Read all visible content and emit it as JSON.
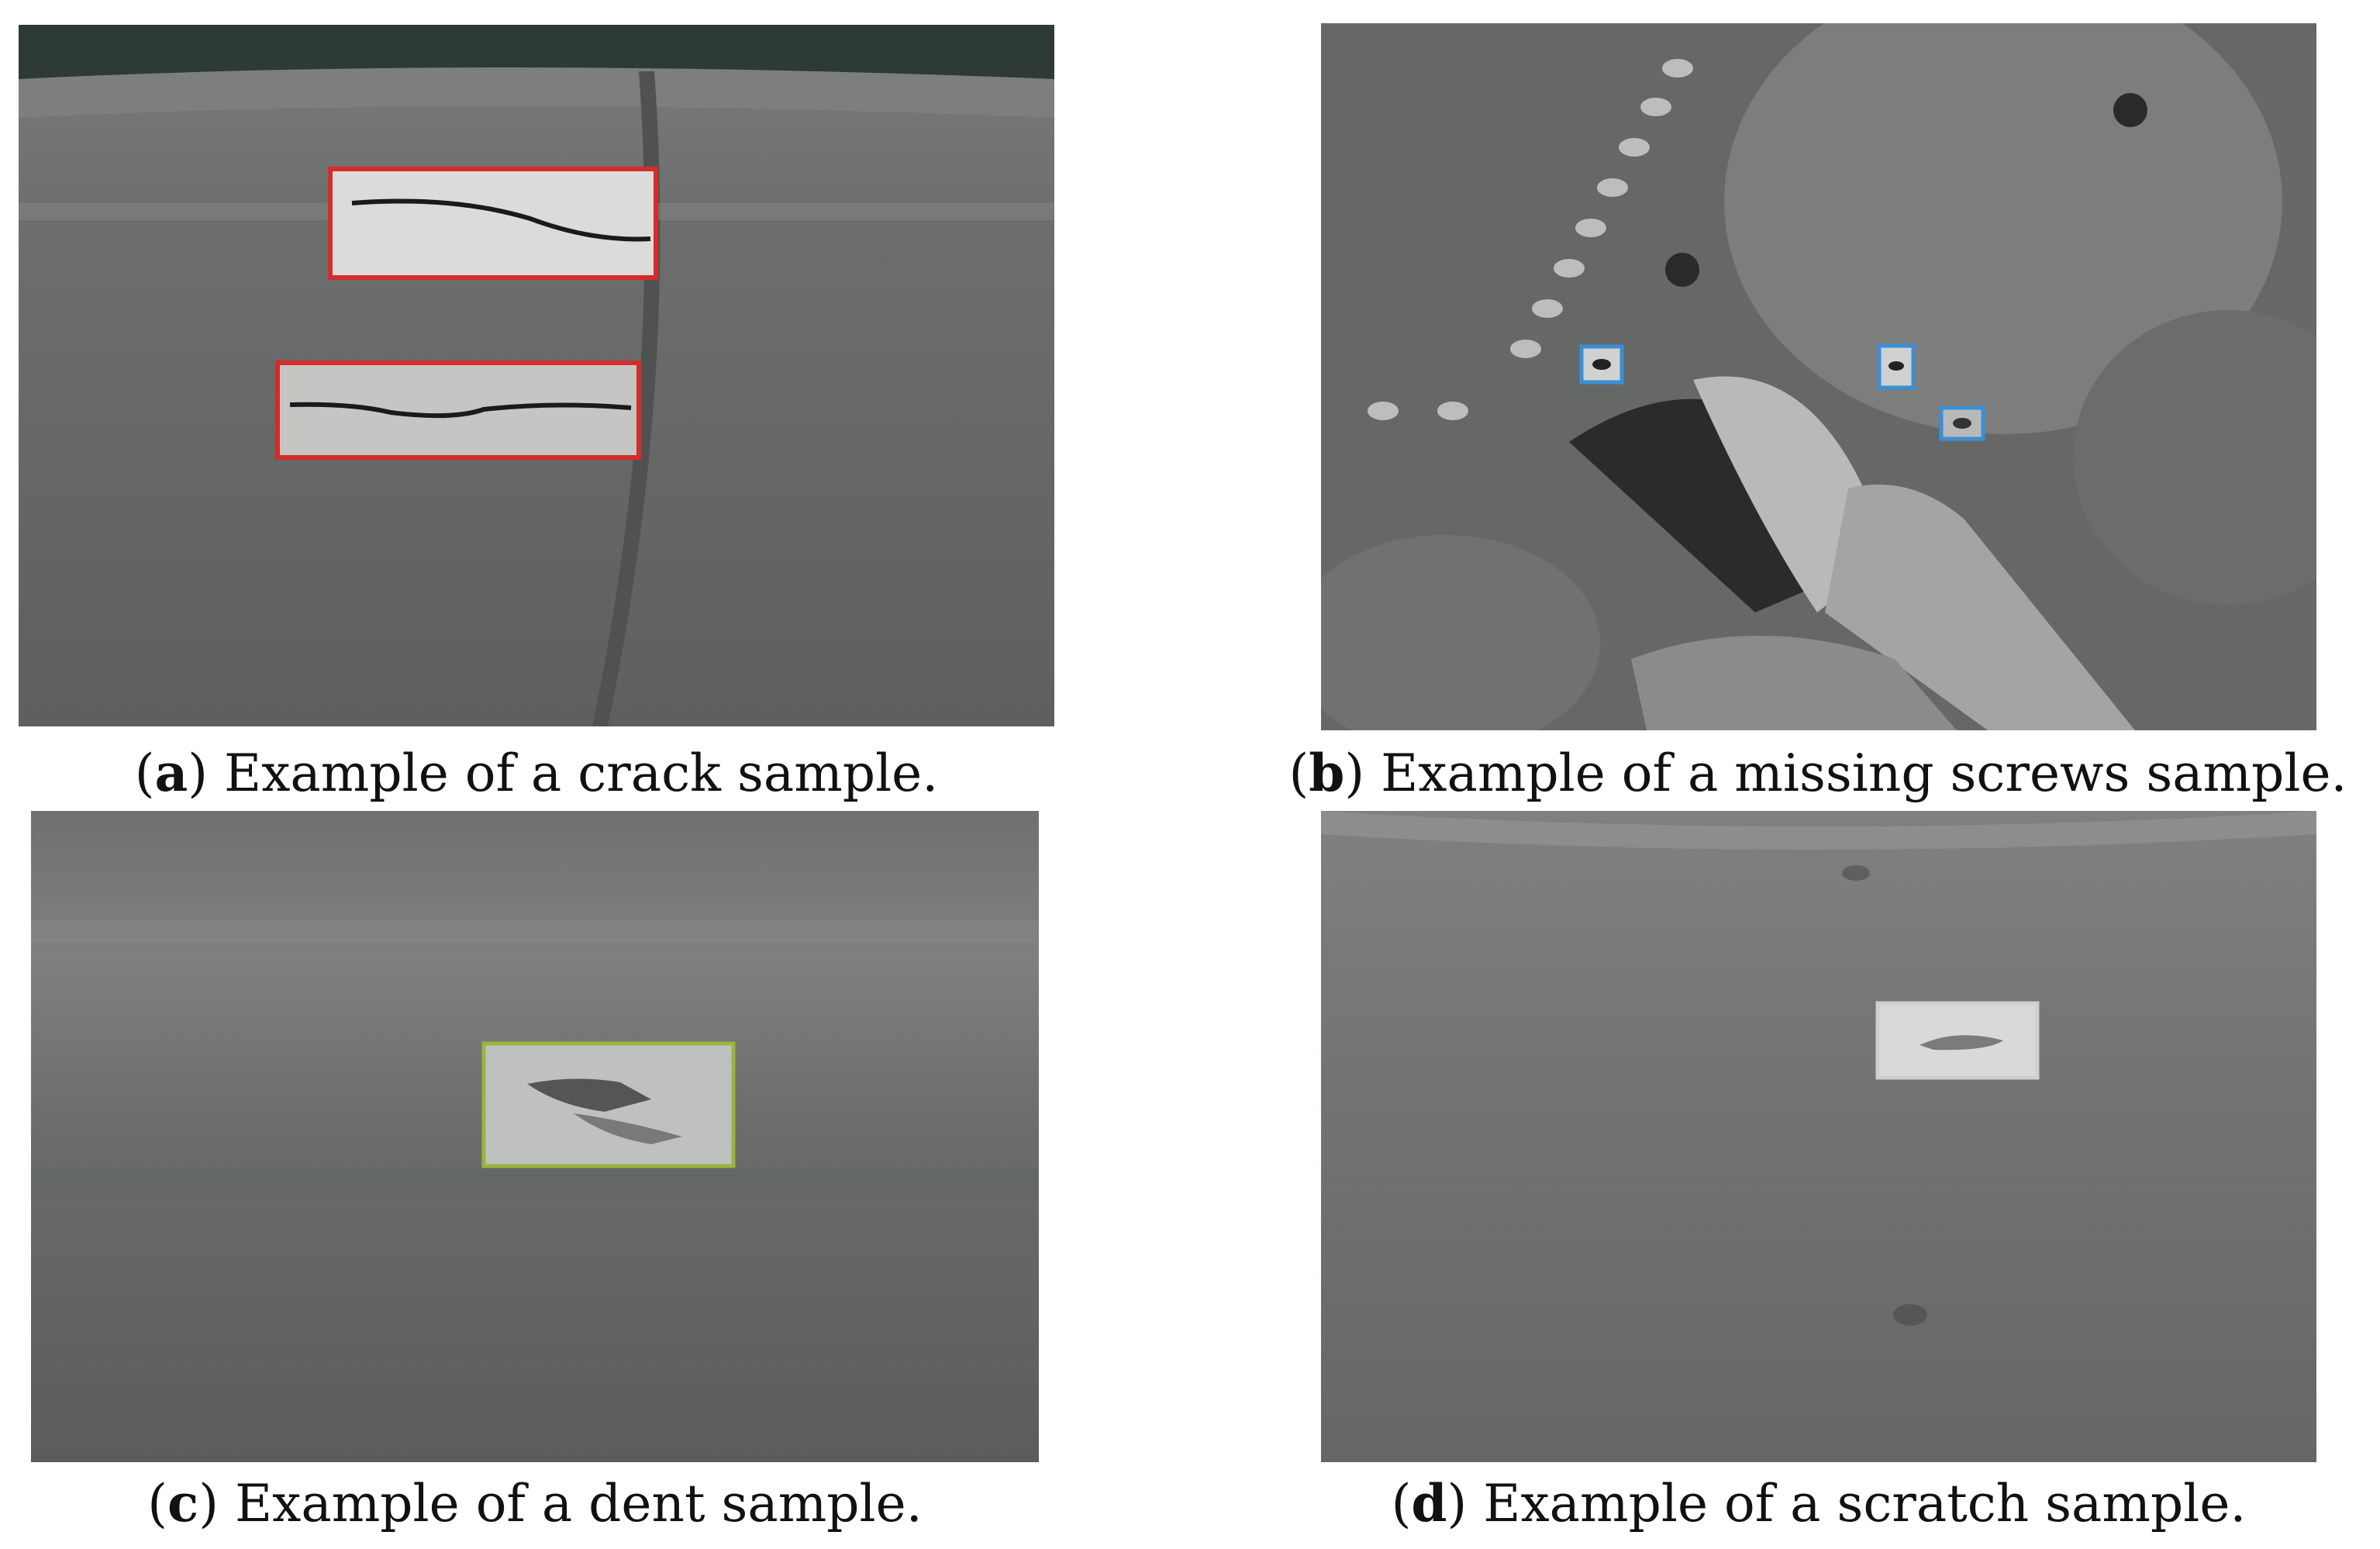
{
  "panels": [
    {
      "letter": "a",
      "caption": "Example of a crack sample.",
      "box_color": "#d42b2b"
    },
    {
      "letter": "b",
      "caption": "Example of a missing screws sample.",
      "box_color": "#3a8fd6"
    },
    {
      "letter": "c",
      "caption": "Example of a dent sample.",
      "box_color": "#9bb53a"
    },
    {
      "letter": "d",
      "caption": "Example of a scratch sample.",
      "box_color": "#cfcfcf"
    }
  ],
  "symbols": {
    "open_paren": "(",
    "close_paren": ")"
  }
}
